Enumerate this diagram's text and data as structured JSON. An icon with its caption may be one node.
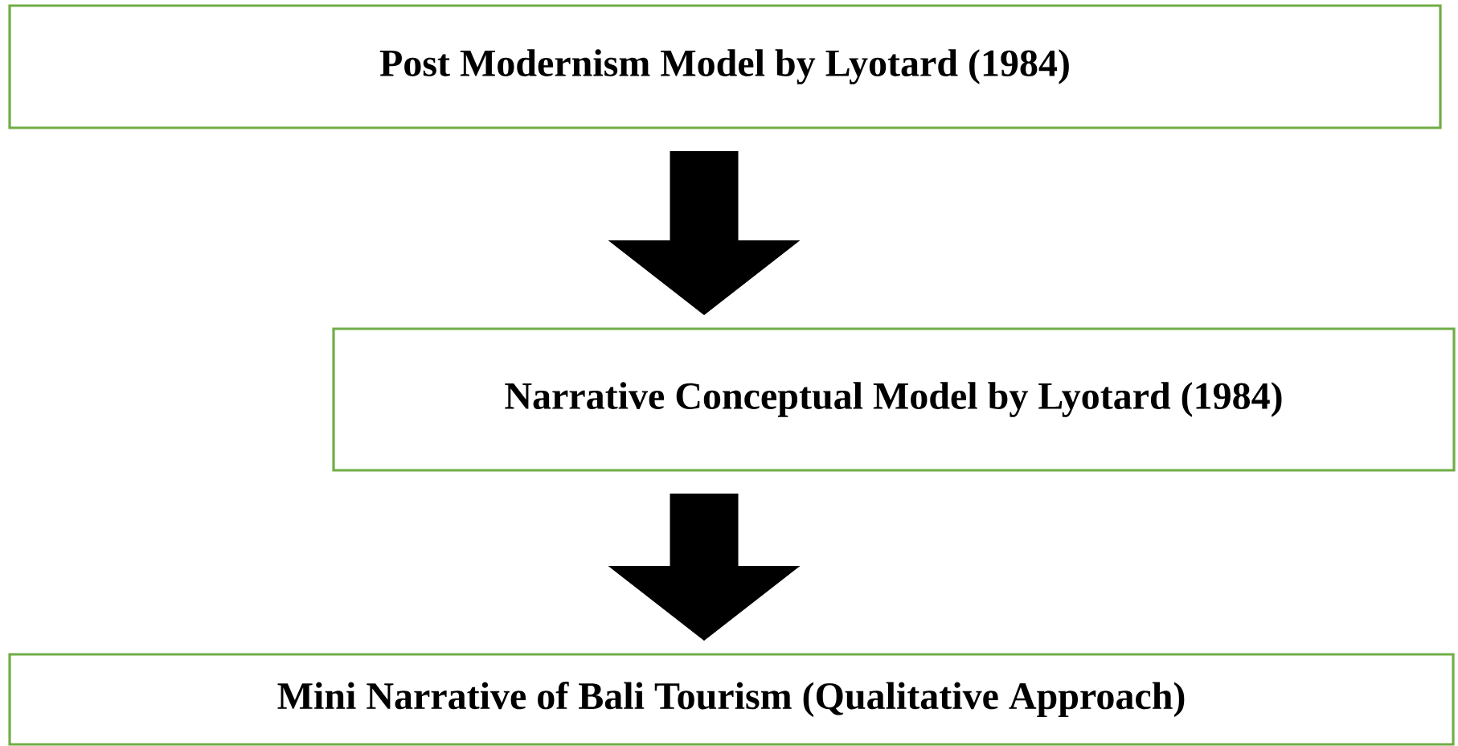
{
  "diagram": {
    "nodes": [
      {
        "text": [
          "Post Modernism Model by Lyotard (1984)"
        ]
      },
      {
        "text": [
          "Narrative Conceptual Model by Lyotard (1984)"
        ]
      },
      {
        "text": [
          "Mini Narrative of Bali Tourism (Qualitative Approach)"
        ]
      }
    ],
    "edges": [
      {
        "from": 0,
        "to": 1,
        "arrow": "to"
      },
      {
        "from": 1,
        "to": 2,
        "arrow": "to"
      }
    ]
  }
}
